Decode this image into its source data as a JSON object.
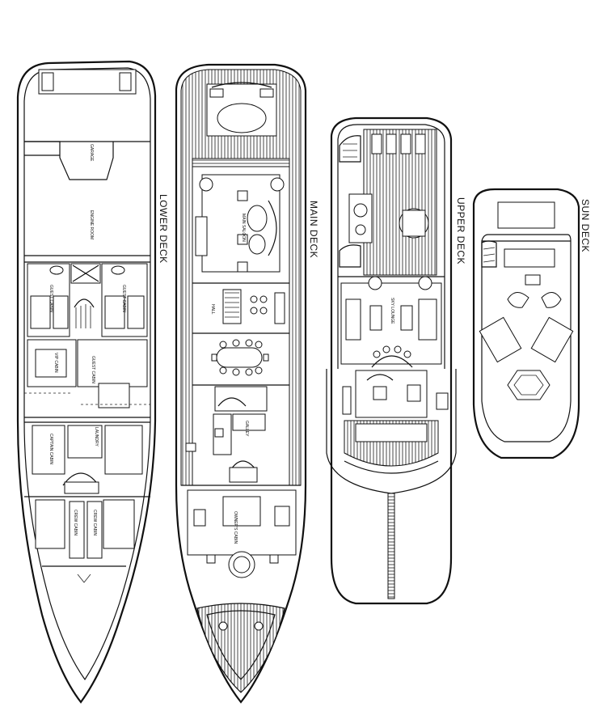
{
  "decks": {
    "lower": {
      "label": "LOWER DECK",
      "rooms": [
        "GARAGE",
        "ENGINE ROOM",
        "GUEST CABIN",
        "GUEST CABIN",
        "VIP CABIN",
        "GUEST CABIN",
        "CAPTAIN CABIN",
        "CREW CABIN",
        "CREW CABIN",
        "LAUNDRY"
      ]
    },
    "main": {
      "label": "MAIN DECK",
      "rooms": [
        "MAIN SALOON",
        "HALL",
        "GALLEY",
        "OWNER'S CABIN"
      ]
    },
    "upper": {
      "label": "UPPER DECK",
      "rooms": [
        "SKY LOUNGE"
      ]
    },
    "sun": {
      "label": "SUN DECK"
    }
  },
  "colors": {
    "ink": "#111111",
    "paper": "#ffffff"
  }
}
